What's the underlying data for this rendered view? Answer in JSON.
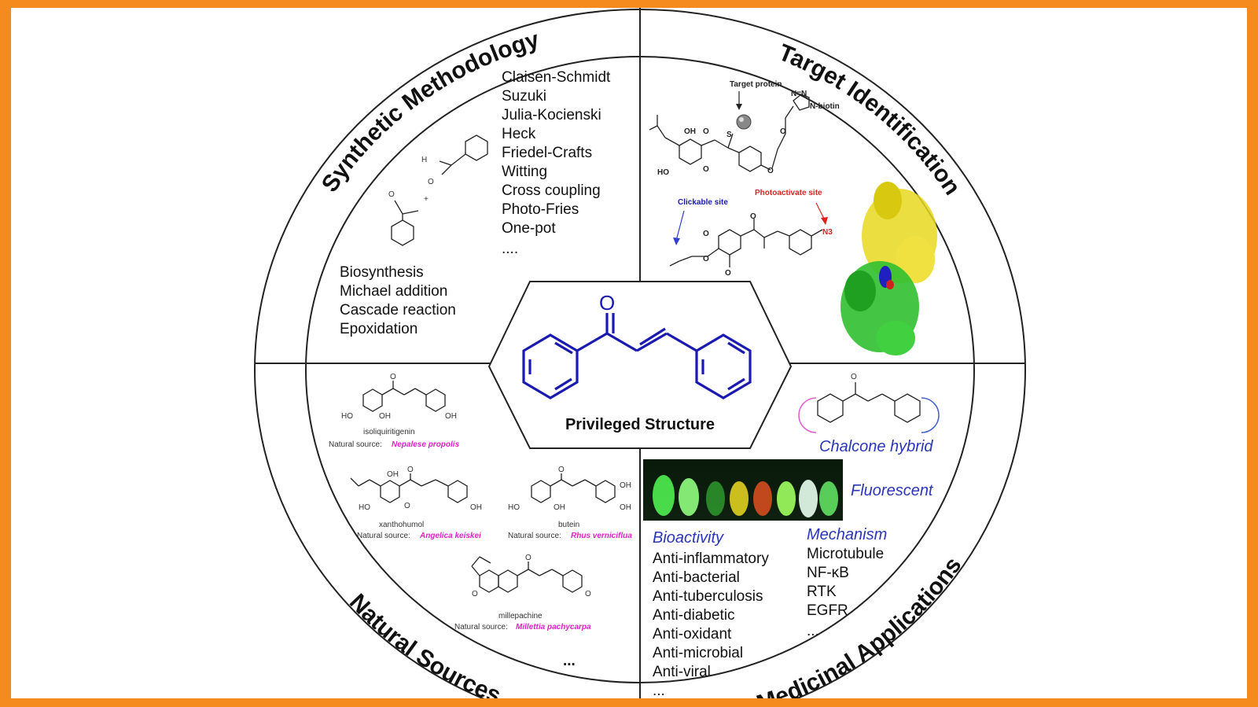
{
  "center": {
    "label": "Privileged Structure"
  },
  "quadrants": {
    "synthetic": {
      "title": "Synthetic Methodology",
      "reactions_top": [
        "Claisen-Schmidt",
        "Suzuki",
        "Julia-Kocienski",
        "Heck",
        "Friedel-Crafts",
        "Witting",
        "Cross coupling",
        "Photo-Fries",
        "One-pot",
        "...."
      ],
      "reactions_left": [
        "Biosynthesis",
        "Michael addition",
        "Cascade reaction",
        "Epoxidation"
      ],
      "scheme_labels": {
        "h": "H",
        "o1": "O",
        "o2": "O",
        "plus": "+"
      }
    },
    "target": {
      "title": "Target Identification",
      "target_protein": "Target protein",
      "biotin": "N-biotin",
      "clickable": "Clickable site",
      "photoactivate": "Photoactivate site",
      "atoms": {
        "oh": "OH",
        "ho": "HO",
        "o": "O",
        "s": "S",
        "n3": "N3",
        "nn": "N=N"
      }
    },
    "natural": {
      "title": "Natural Sources",
      "compounds": [
        {
          "name": "isoliquiritigenin",
          "source_label": "Natural source:",
          "source": "Nepalese propolis"
        },
        {
          "name": "xanthohumol",
          "source_label": "Natural source:",
          "source": "Angelica keiskei"
        },
        {
          "name": "butein",
          "source_label": "Natural source:",
          "source": "Rhus verniciflua"
        },
        {
          "name": "millepachine",
          "source_label": "Natural source:",
          "source": "Millettia pachycarpa"
        }
      ],
      "more": "...",
      "atoms": {
        "ho": "HO",
        "oh": "OH",
        "o": "O"
      }
    },
    "medicinal": {
      "title": "Medicinal Applications",
      "hybrid": "Chalcone hybrid",
      "fluorescent": "Fluorescent",
      "bioactivity_title": "Bioactivity",
      "bioactivity": [
        "Anti-inflammatory",
        "Anti-bacterial",
        "Anti-tuberculosis",
        "Anti-diabetic",
        "Anti-oxidant",
        "Anti-microbial",
        "Anti-viral",
        "..."
      ],
      "mechanism_title": "Mechanism",
      "mechanism": [
        "Microtubule",
        "NF-κB",
        "RTK",
        "EGFR",
        "..."
      ],
      "atoms": {
        "o": "O"
      }
    }
  },
  "colors": {
    "border": "#f58a1f",
    "chalcone_blue": "#1a1ab0",
    "italic_blue": "#2a35b8",
    "source_magenta": "#e020c8",
    "azide_red": "#e02020",
    "protein_yellow": "#e8d820",
    "protein_green": "#30c030"
  }
}
